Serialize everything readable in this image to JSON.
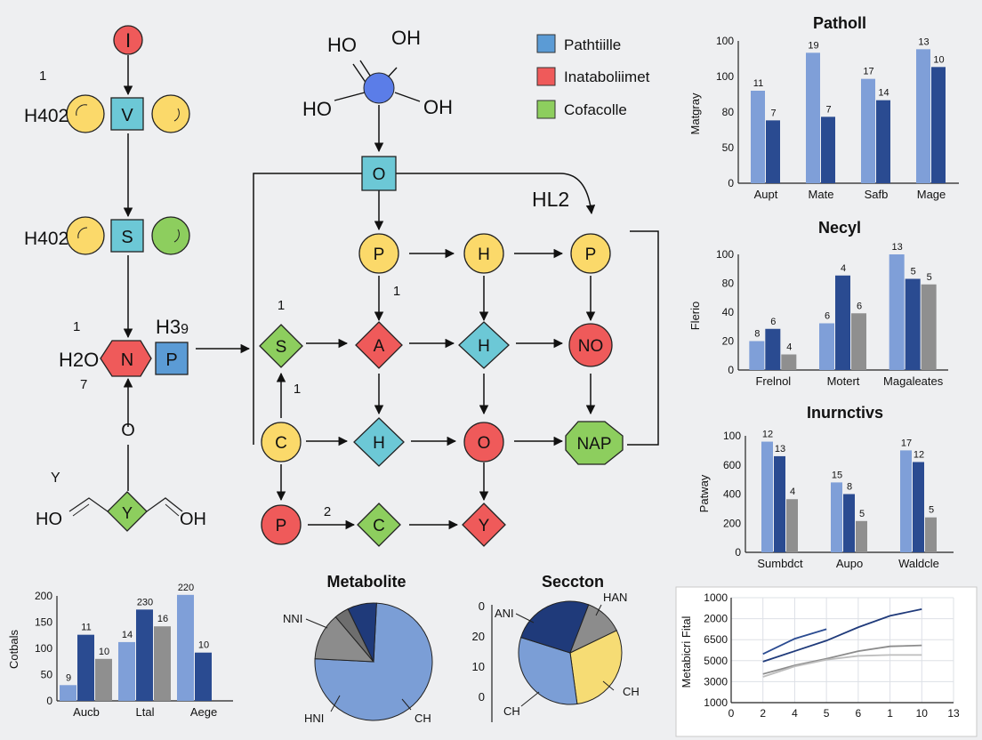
{
  "colors": {
    "pathway": "#5b9bd5",
    "catabolite": "#ef5a5a",
    "cofactor": "#8dce5e",
    "yellow_node": "#fbd96a",
    "teal_node": "#6cc8d6",
    "light_bar": "#7f9fd8",
    "dark_bar": "#2a4b91",
    "gray_bar": "#8f8f8f",
    "pie_light": "#7b9ed6",
    "pie_gray": "#8c8c8c",
    "pie_navy": "#1f3a7a",
    "pie_yellow": "#f6dc74"
  },
  "legend": {
    "items": [
      {
        "label": "Pathtiille",
        "color": "#5b9bd5"
      },
      {
        "label": "Inataboliimet",
        "color": "#ef5a5a"
      },
      {
        "label": "Cofacolle",
        "color": "#8dce5e"
      }
    ]
  },
  "left_chain": {
    "top_node": "I",
    "num_1": "1",
    "h402_a": "H402",
    "v_node": "V",
    "h402_b": "H402",
    "s_node": "S",
    "num_2": "1",
    "h2o": "H2O",
    "n_node": "N",
    "p_node": "P",
    "h3": "H3",
    "h3_sub": "9",
    "num_7": "7",
    "o_label": "O",
    "y_label": "Y",
    "ho": "HO",
    "y_node": "Y",
    "oh": "OH"
  },
  "molecule": {
    "ho_tl": "HO",
    "oh_tr": "OH",
    "ho_bl": "HO",
    "oh_br": "OH"
  },
  "network": {
    "o_top": "O",
    "hl2": "HL2",
    "p1": "P",
    "h1": "H",
    "p2": "P",
    "label_1a": "1",
    "label_1b": "1",
    "label_1c": "1",
    "label_2": "2",
    "s": "S",
    "a": "A",
    "h2": "H",
    "no": "NO",
    "c1": "C",
    "h3": "H",
    "o2": "O",
    "nap": "NAP",
    "p3": "P",
    "c2": "C",
    "y": "Y"
  },
  "chart_data": [
    {
      "type": "bar",
      "title": "Patholl",
      "ylabel": "Matgray",
      "categories": [
        "Aupt",
        "Mate",
        "Safb",
        "Mage"
      ],
      "series": [
        {
          "values": [
            78,
            110,
            88,
            113
          ],
          "data_labels": [
            "11",
            "19",
            "17",
            "13"
          ]
        },
        {
          "values": [
            53,
            56,
            70,
            98
          ],
          "data_labels": [
            "7",
            "7",
            "14",
            "10"
          ]
        }
      ],
      "yticks": [
        "0",
        "50",
        "80",
        "100",
        "100"
      ]
    },
    {
      "type": "bar",
      "title": "Necyl",
      "ylabel": "Flerio",
      "categories": [
        "Frelnol",
        "Motert",
        "Magaleates"
      ],
      "series": [
        {
          "values": [
            26,
            42,
            104
          ],
          "data_labels": [
            "8",
            "6",
            "13"
          ]
        },
        {
          "values": [
            37,
            85,
            82
          ],
          "data_labels": [
            "6",
            "4",
            "5"
          ]
        },
        {
          "values": [
            14,
            51,
            77
          ],
          "data_labels": [
            "4",
            "6",
            "5"
          ]
        }
      ],
      "yticks": [
        "0",
        "20",
        "40",
        "80",
        "100"
      ]
    },
    {
      "type": "bar",
      "title": "Inurnctivs",
      "ylabel": "Patway",
      "categories": [
        "Sumbdct",
        "Aupo",
        "Waldcle"
      ],
      "series": [
        {
          "values": [
            760,
            480,
            700
          ],
          "data_labels": [
            "12",
            "15",
            "17"
          ]
        },
        {
          "values": [
            660,
            400,
            620
          ],
          "data_labels": [
            "13",
            "8",
            "12"
          ]
        },
        {
          "values": [
            365,
            215,
            240
          ],
          "data_labels": [
            "4",
            "5",
            "5"
          ]
        }
      ],
      "yticks": [
        "0",
        "200",
        "400",
        "600",
        "100"
      ]
    },
    {
      "type": "bar",
      "ylabel": "Cotbals",
      "categories": [
        "Aucb",
        "Ltal",
        "Aege"
      ],
      "series": [
        {
          "values": [
            30,
            112,
            202
          ],
          "data_labels": [
            "9",
            "14",
            "220"
          ]
        },
        {
          "values": [
            126,
            174,
            92
          ],
          "data_labels": [
            "11",
            "230",
            "10"
          ]
        },
        {
          "values": [
            80,
            142,
            null
          ],
          "data_labels": [
            "10",
            "16",
            ""
          ]
        }
      ],
      "yticks": [
        "0",
        "50",
        "100",
        "150",
        "200"
      ]
    },
    {
      "type": "pie",
      "title": "Metabolite",
      "slices": [
        {
          "value": 75,
          "color": "#7b9ed6"
        },
        {
          "value": 13,
          "color": "#8c8c8c"
        },
        {
          "value": 4,
          "color": "#6e6e6e"
        },
        {
          "value": 8,
          "color": "#1f3a7a"
        }
      ],
      "labels": [
        "NNI",
        "HNI",
        "CH"
      ]
    },
    {
      "type": "pie",
      "title": "Seccton",
      "slices": [
        {
          "value": 30,
          "color": "#f6dc74"
        },
        {
          "value": 32,
          "color": "#7b9ed6"
        },
        {
          "value": 26,
          "color": "#1f3a7a"
        },
        {
          "value": 12,
          "color": "#8c8c8c"
        }
      ],
      "labels": [
        "HAN",
        "ANI",
        "CH",
        "CH"
      ],
      "yticks": [
        "0",
        "20",
        "10",
        "0"
      ]
    },
    {
      "type": "line",
      "ylabel": "Metabicri Fital",
      "xticks": [
        "0",
        "2",
        "4",
        "5",
        "6",
        "1",
        "10",
        "13"
      ],
      "yticks": [
        "1000",
        "2000",
        "6500",
        "5000",
        "3000",
        "1000"
      ],
      "series": [
        {
          "x": [
            2,
            4,
            6,
            8,
            10,
            12
          ],
          "y": [
            4300,
            5400,
            6500,
            7900,
            9100,
            9800
          ]
        },
        {
          "x": [
            2,
            4,
            6
          ],
          "y": [
            5100,
            6700,
            7700
          ]
        },
        {
          "x": [
            2,
            4,
            6,
            8,
            10,
            12
          ],
          "y": [
            3000,
            3900,
            4600,
            5400,
            5900,
            6000
          ]
        },
        {
          "x": [
            2,
            4,
            6,
            8,
            10,
            12
          ],
          "y": [
            2700,
            3800,
            4500,
            4900,
            5000,
            5000
          ]
        }
      ]
    }
  ]
}
